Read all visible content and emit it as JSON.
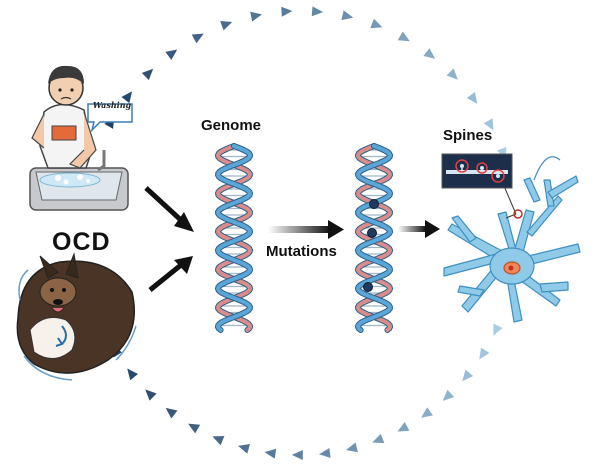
{
  "labels": {
    "ocd": "OCD",
    "genome": "Genome",
    "mutations": "Mutations",
    "spines": "Spines",
    "speech_bubble": "Washing"
  },
  "colors": {
    "arrow_dark": "#1f3f63",
    "arrow_light": "#a9cde6",
    "dna_blue": "#5aa6d8",
    "dna_pink": "#d98c8c",
    "neuron_blue": "#8fcbe8",
    "neuron_nucleus": "#f0885a",
    "mutation_dot": "#1e3a5f",
    "flow_arrow": "#111111"
  },
  "icons": {
    "cycle": "cycle-arrowhead-icon",
    "person": "person-washing-hands-icon",
    "dog": "dog-chasing-tail-icon",
    "neuron": "neuron-icon"
  }
}
